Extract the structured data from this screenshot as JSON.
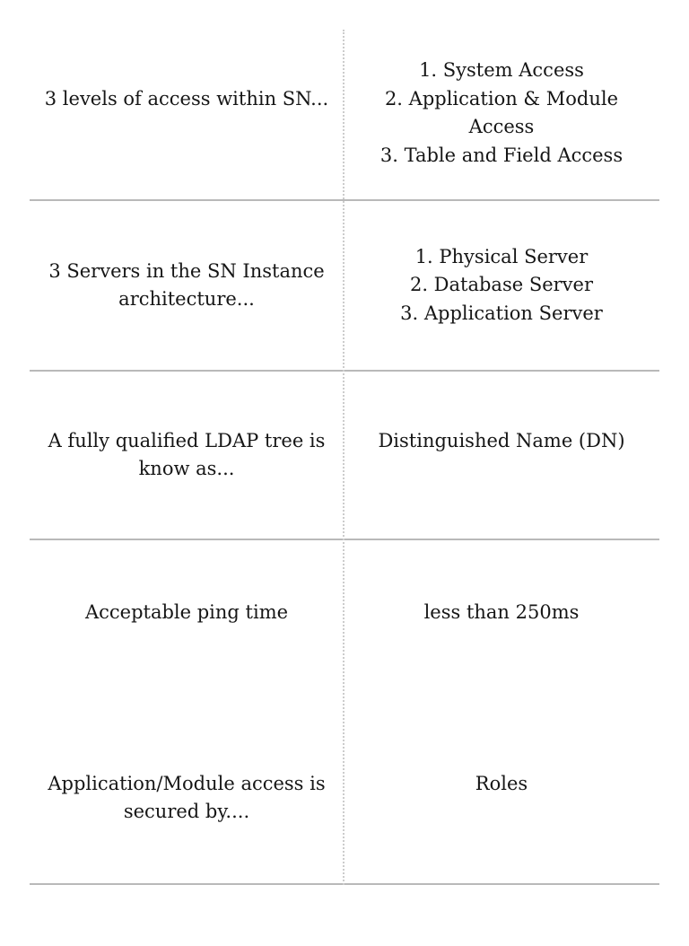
{
  "document": {
    "kind": "flashcard-sheet",
    "colors": {
      "background": "#ffffff",
      "text": "#161616",
      "row_divider": "#b9b9b9",
      "column_divider": "#cccccc"
    },
    "rows": [
      {
        "term": "3 levels of access within SN...",
        "definition_items": [
          "1. System Access",
          "2. Application & Module Access",
          "3. Table and Field Access"
        ]
      },
      {
        "term": "3 Servers in the SN Instance architecture...",
        "definition_items": [
          "1. Physical Server",
          "2. Database Server",
          "3. Application Server"
        ]
      },
      {
        "term": "A fully qualified LDAP tree is know as...",
        "definition_items": [
          "Distinguished Name (DN)"
        ]
      },
      {
        "term": "Acceptable ping time",
        "definition_items": [
          "less than 250ms"
        ]
      },
      {
        "term": "Application/Module access is secured by....",
        "definition_items": [
          "Roles"
        ]
      }
    ]
  }
}
